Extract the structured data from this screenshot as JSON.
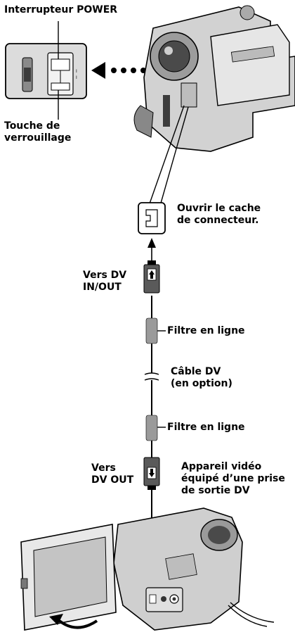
{
  "labels": {
    "power_switch": "Interrupteur POWER",
    "lock_key": [
      "Touche de",
      "verrouillage"
    ],
    "open_cover": [
      "Ouvrir le cache",
      "de connecteur."
    ],
    "to_dv_inout": [
      "Vers DV",
      "IN/OUT"
    ],
    "inline_filter_top": "Filtre en ligne",
    "dv_cable": [
      "Câble DV",
      "(en option)"
    ],
    "inline_filter_bottom": "Filtre en ligne",
    "to_dv_out": [
      "Vers",
      "DV OUT"
    ],
    "video_device": [
      "Appareil vidéo",
      "équipé d’une prise",
      "de sortie DV"
    ]
  },
  "colors": {
    "body_gray": "#cfcfcf",
    "dark_gray": "#5a5a5a",
    "filter_gray": "#9a9a9a",
    "panel_gray": "#dcdcdc"
  }
}
